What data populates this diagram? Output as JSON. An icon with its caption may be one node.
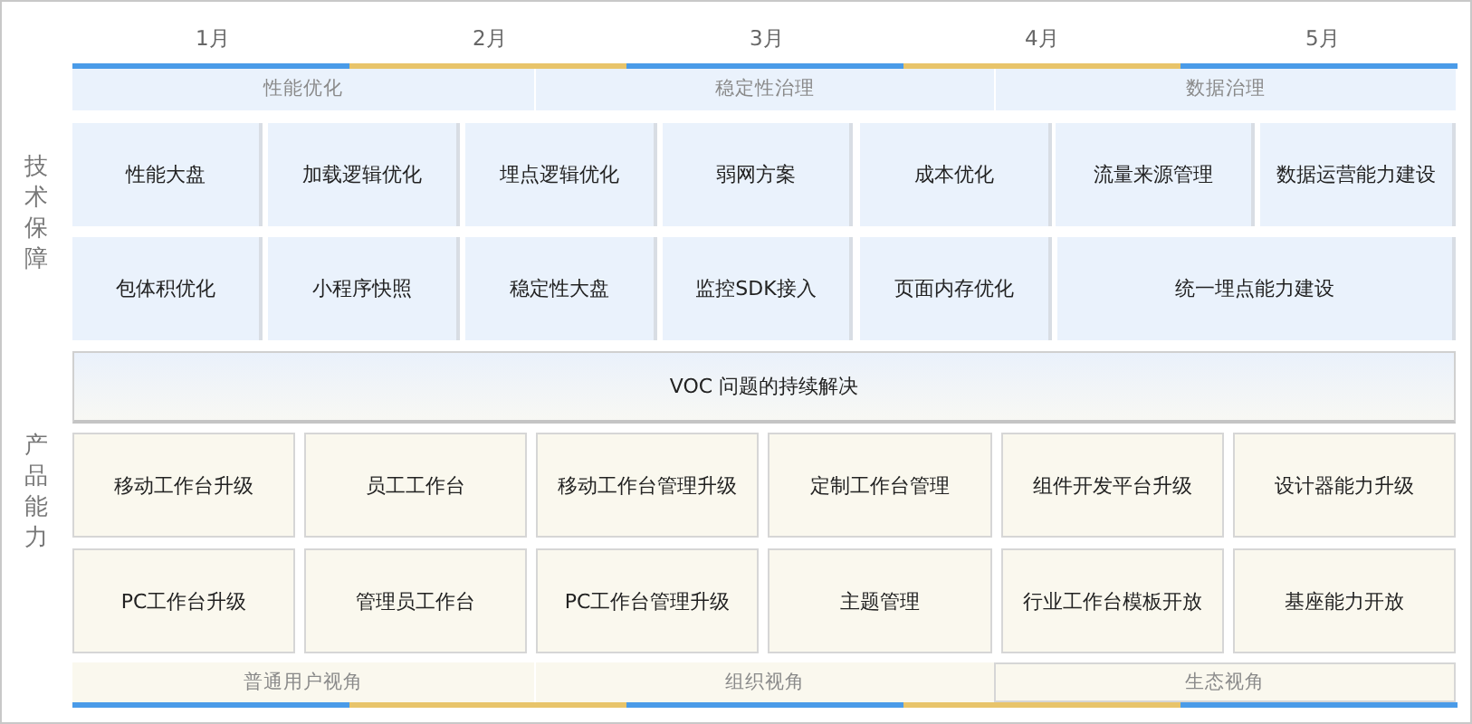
{
  "diagram": {
    "nodes": [
      {
        "text": [
          "性能优化"
        ]
      },
      {
        "text": [
          "稳定性治理"
        ]
      },
      {
        "text": [
          "数据治理"
        ]
      },
      {
        "text": [
          "性能大盘"
        ]
      },
      {
        "text": [
          "加载逻辑优化"
        ]
      },
      {
        "text": [
          "埋点逻辑优化"
        ]
      },
      {
        "text": [
          "弱网方案"
        ]
      },
      {
        "text": [
          "成本优化"
        ]
      },
      {
        "text": [
          "流量来源管理"
        ]
      },
      {
        "text": [
          "数据运营能力建设"
        ]
      },
      {
        "text": [
          "包体积优化"
        ]
      },
      {
        "text": [
          "小程序快照"
        ]
      },
      {
        "text": [
          "稳定性大盘"
        ]
      },
      {
        "text": [
          "监控SDK接入"
        ]
      },
      {
        "text": [
          "页面内存优化"
        ]
      },
      {
        "text": [
          "统一埋点能力建设"
        ]
      },
      {
        "text": [
          "VOC 问题的持续解决"
        ]
      },
      {
        "text": [
          "移动工作台升级"
        ]
      },
      {
        "text": [
          "员工工作台"
        ]
      },
      {
        "text": [
          "移动工作台管理升级"
        ]
      },
      {
        "text": [
          "定制工作台管理"
        ]
      },
      {
        "text": [
          "组件开发平台升级"
        ]
      },
      {
        "text": [
          "设计器能力升级"
        ]
      },
      {
        "text": [
          "PC工作台升级"
        ]
      },
      {
        "text": [
          "管理员工作台"
        ]
      },
      {
        "text": [
          "PC工作台管理升级"
        ]
      },
      {
        "text": [
          "主题管理"
        ]
      },
      {
        "text": [
          "行业工作台模板开放"
        ]
      },
      {
        "text": [
          "基座能力开放"
        ]
      },
      {
        "text": [
          "普通用户视角"
        ]
      },
      {
        "text": [
          "组织视角"
        ]
      },
      {
        "text": [
          "生态视角"
        ]
      }
    ],
    "labels": [
      "1月",
      "2月",
      "3月",
      "4月",
      "5月",
      "技术保障",
      "产品能力"
    ]
  }
}
